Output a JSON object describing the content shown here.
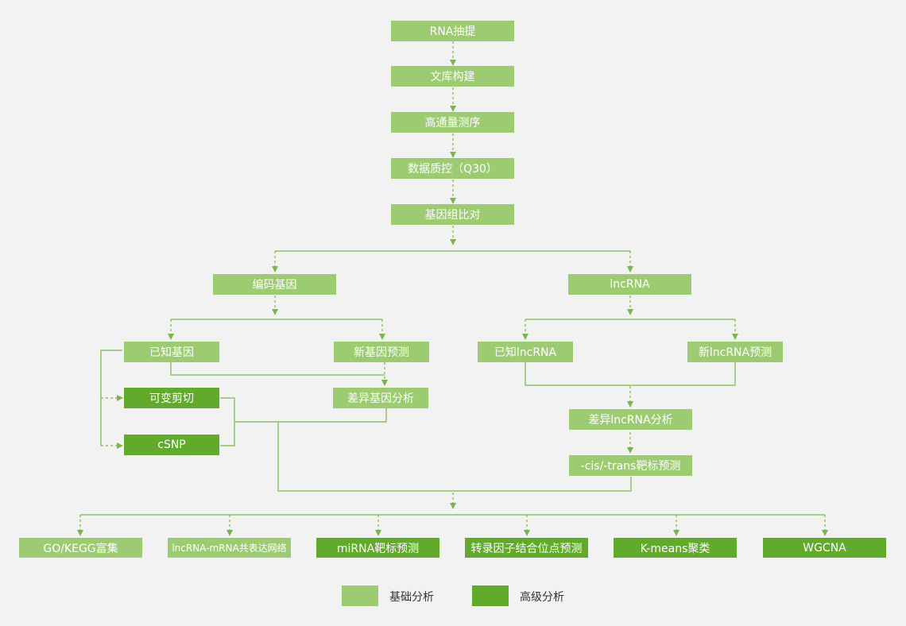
{
  "colors": {
    "basic": "#9ccb71",
    "advanced": "#62aa2c",
    "line": "#7ab648",
    "background": "#f2f2f2"
  },
  "pipeline": {
    "rna_extraction": "RNA抽提",
    "library_construction": "文库构建",
    "high_throughput_sequencing": "高通量测序",
    "data_qc": "数据质控（Q30）",
    "genome_alignment": "基因组比对"
  },
  "coding": {
    "title": "编码基因",
    "known": "已知基因",
    "novel_prediction": "新基因预测",
    "differential": "差异基因分析",
    "alt_splicing": "可变剪切",
    "csnp": "cSNP"
  },
  "lncrna": {
    "title": "lncRNA",
    "known": "已知lncRNA",
    "novel_prediction": "新lncRNA预测",
    "differential": "差异lncRNA分析",
    "cis_trans": "-cis/-trans靶标预测"
  },
  "outputs": [
    {
      "label": "GO/KEGG富集",
      "kind": "basic"
    },
    {
      "label": "lncRNA-mRNA共表达网络",
      "kind": "basic"
    },
    {
      "label": "miRNA靶标预测",
      "kind": "advanced"
    },
    {
      "label": "转录因子结合位点预测",
      "kind": "advanced"
    },
    {
      "label": "K-means聚类",
      "kind": "advanced"
    },
    {
      "label": "WGCNA",
      "kind": "advanced"
    }
  ],
  "legend": {
    "basic": "基础分析",
    "advanced": "高级分析"
  }
}
